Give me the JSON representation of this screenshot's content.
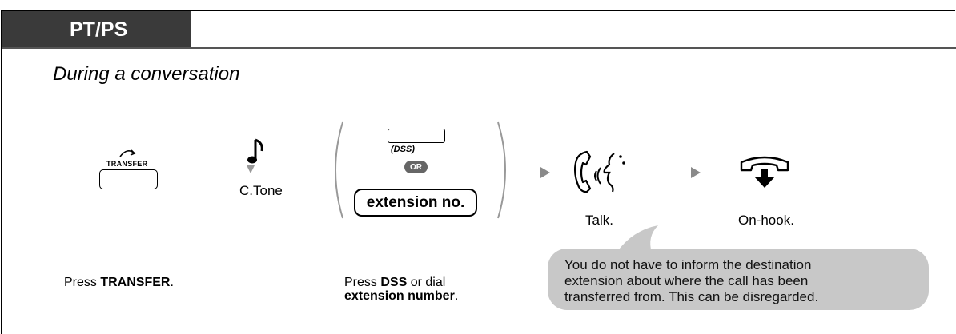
{
  "header": {
    "title": "PT/PS"
  },
  "subtitle": "During a conversation",
  "steps": {
    "transfer_key_label": "TRANSFER",
    "tone_label": "C.Tone",
    "dss_label": "(DSS)",
    "or_label": "OR",
    "extension_label": "extension no.",
    "talk_label": "Talk.",
    "onhook_label": "On-hook."
  },
  "captions": {
    "press": "Press ",
    "transfer": "TRANSFER",
    "period": ".",
    "press_dss": "Press ",
    "dss": "DSS",
    "or_dial": " or dial",
    "extension_number": "extension number",
    "period2": "."
  },
  "callout": {
    "line1": "You do not have to inform the destination",
    "line2": "extension about where the call has been",
    "line3": "transferred from. This can be disregarded."
  },
  "colors": {
    "header_bg": "#3a3a3a",
    "callout_bg": "#c8c8c8",
    "arrow": "#8a8a8a"
  }
}
